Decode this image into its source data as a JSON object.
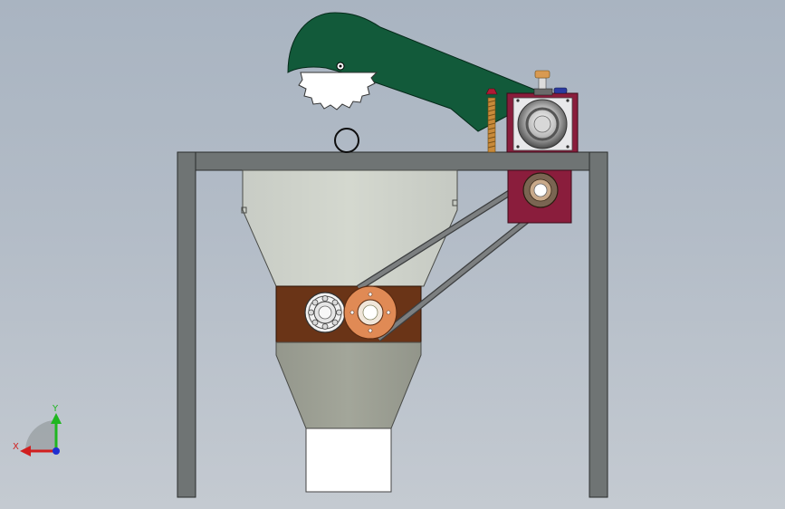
{
  "viewport": {
    "name": "3D model view",
    "background_top": "#a9b4c1",
    "background_bottom": "#c4cad1"
  },
  "triad": {
    "x_label": "X",
    "y_label": "Y",
    "x_color": "#d11f1f",
    "y_color": "#1fb61f",
    "z_color": "#1f2fd1"
  },
  "colors": {
    "frame": "#6f7474",
    "blade_guard": "#125a3a",
    "motor_mount": "#8a1d3c",
    "hopper_top": "#cfd3cb",
    "hopper_bottom": "#9ea095",
    "bearing_block": "#6a3417",
    "pulley": "#e08a55",
    "chute": "#ffffff",
    "belt": "#7c7f80",
    "threaded_rod": "#c88a3a"
  }
}
